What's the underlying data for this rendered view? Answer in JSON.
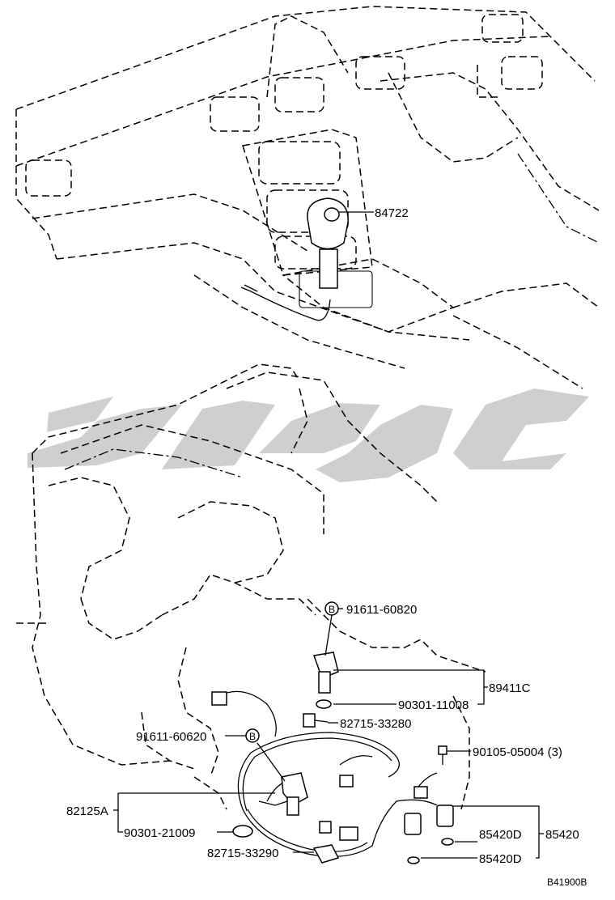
{
  "diagram": {
    "figure_ref": "B41900B",
    "bolt_mark": "B",
    "callouts": [
      {
        "id": "c1",
        "text": "84722"
      },
      {
        "id": "c2",
        "text": "91611-60820"
      },
      {
        "id": "c3",
        "text": "89411C"
      },
      {
        "id": "c4",
        "text": "90301-11008"
      },
      {
        "id": "c5",
        "text": "82715-33280"
      },
      {
        "id": "c6",
        "text": "91611-60620"
      },
      {
        "id": "c7",
        "text": "90105-05004 (3)"
      },
      {
        "id": "c8",
        "text": "82125A"
      },
      {
        "id": "c9",
        "text": "90301-21009"
      },
      {
        "id": "c10",
        "text": "85420D"
      },
      {
        "id": "c11",
        "text": "85420"
      },
      {
        "id": "c12",
        "text": "82715-33290"
      },
      {
        "id": "c13",
        "text": "85420D"
      }
    ],
    "colors": {
      "line": "#000000",
      "watermark": "#cfcfcf",
      "background": "#ffffff"
    }
  }
}
